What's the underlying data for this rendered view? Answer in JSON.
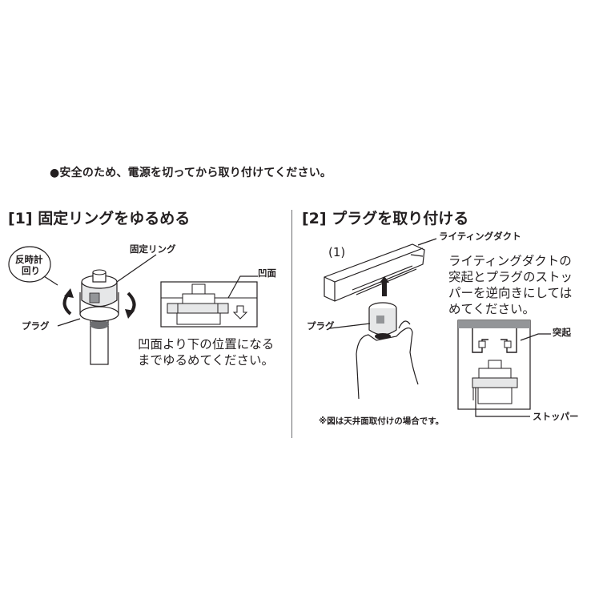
{
  "notice": "●安全のため、電源を切ってから取り付けてください。",
  "step1": {
    "title": "[1] 固定リングをゆるめる",
    "label_reverse_line1": "反時計",
    "label_reverse_line2": "回り",
    "label_ring": "固定リング",
    "label_plug": "プラグ",
    "label_recess": "凹面",
    "instruction_line1": "凹面より下の位置になる",
    "instruction_line2": "までゆるめてください。"
  },
  "step2": {
    "title": "[2] プラグを取り付ける",
    "sub_step": "(1)",
    "label_duct": "ライティングダクト",
    "label_plug": "プラグ",
    "instruction_line1": "ライティングダクトの",
    "instruction_line2": "突起とプラグのストッ",
    "instruction_line3": "パーを逆向きにしては",
    "instruction_line4": "めてください。",
    "label_protrusion": "突起",
    "label_stopper": "ストッパー",
    "note": "※図は天井面取付けの場合です。"
  }
}
